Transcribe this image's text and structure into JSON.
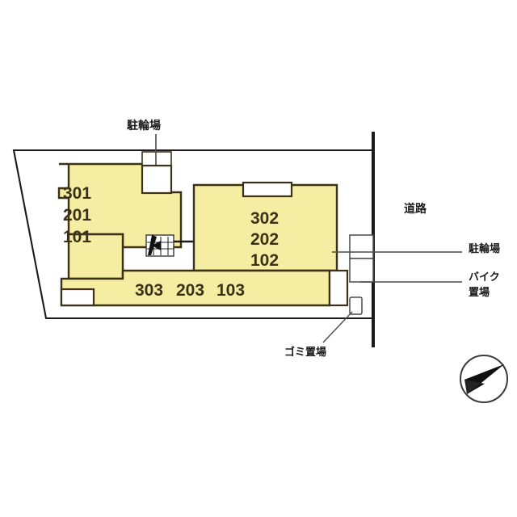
{
  "diagram": {
    "title": "apartment-site-layout",
    "colors": {
      "unit_fill": "#f5eda2",
      "unit_stroke": "#3b3118",
      "boundary_stroke": "#1a1a1a",
      "road_stroke": "#1a1a1a",
      "leader_stroke": "#4a4a4a",
      "white_fill": "#ffffff",
      "text_unit": "#3b3118",
      "text_label": "#1a1a1a",
      "compass_fill": "#111111",
      "compass_stroke": "#333333",
      "page_background": "#ffffff"
    }
  },
  "units": {
    "west_block": {
      "name": "west-unit-stack",
      "lines": [
        "301",
        "201",
        "101"
      ]
    },
    "east_block": {
      "name": "east-unit-stack",
      "lines": [
        "302",
        "202",
        "102"
      ]
    },
    "south_strip": {
      "name": "south-unit-row",
      "items": [
        "303",
        "203",
        "103"
      ]
    }
  },
  "labels": {
    "bicycle_parking_top": "駐輪場",
    "road": "道路",
    "bicycle_parking_right": "駐輪場",
    "motorcycle_parking": {
      "line1": "バイク",
      "line2": "置場"
    },
    "garbage_area": "ゴミ置場"
  },
  "compass": {
    "name": "north-arrow",
    "direction_hint": "arrow points west-southwest"
  },
  "stairs": {
    "name": "stairwell-symbol",
    "note": "staircase with direction arrow"
  }
}
